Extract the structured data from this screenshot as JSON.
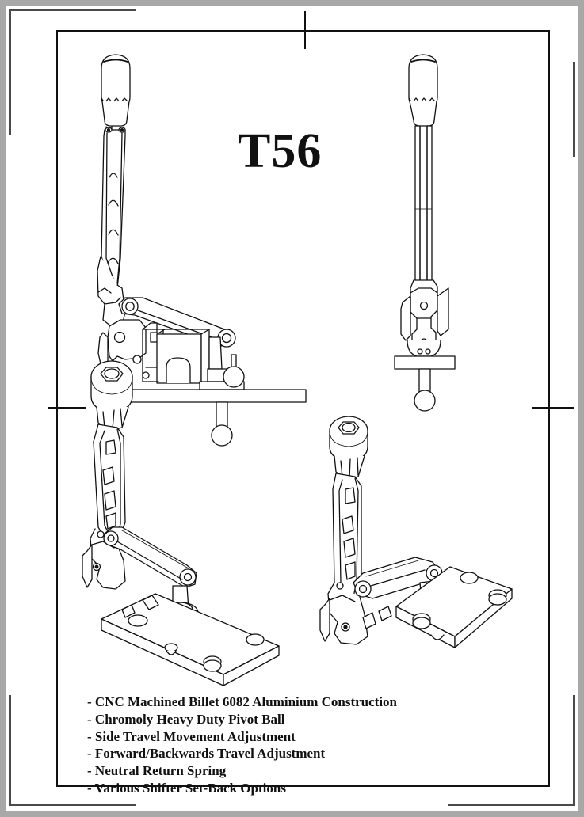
{
  "sheet": {
    "title": "T56",
    "background_color": "#ffffff",
    "frame_color": "#111111",
    "outer_border_color": "#a8a8a8",
    "line_color": "#111111"
  },
  "registration_marks": [
    {
      "name": "top-center-tick",
      "orientation": "vertical"
    },
    {
      "name": "left-middle-tick",
      "orientation": "horizontal"
    },
    {
      "name": "right-middle-tick",
      "orientation": "horizontal"
    }
  ],
  "views": [
    {
      "name": "side-elevation-view",
      "position": "top-left",
      "description": "Side elevation of shifter assembly"
    },
    {
      "name": "front-elevation-view",
      "position": "top-right",
      "description": "Front elevation of shifter assembly"
    },
    {
      "name": "isometric-view-left",
      "position": "bottom-left",
      "description": "Isometric view of shifter assembly"
    },
    {
      "name": "isometric-view-right",
      "position": "bottom-right",
      "description": "Isometric view of shifter assembly, rotated"
    }
  ],
  "features": {
    "items": [
      "- CNC Machined Billet 6082 Aluminium Construction",
      "- Chromoly Heavy Duty Pivot Ball",
      "- Side Travel Movement Adjustment",
      "- Forward/Backwards Travel Adjustment",
      "- Neutral Return Spring",
      "- Various Shifter Set-Back Options"
    ]
  }
}
